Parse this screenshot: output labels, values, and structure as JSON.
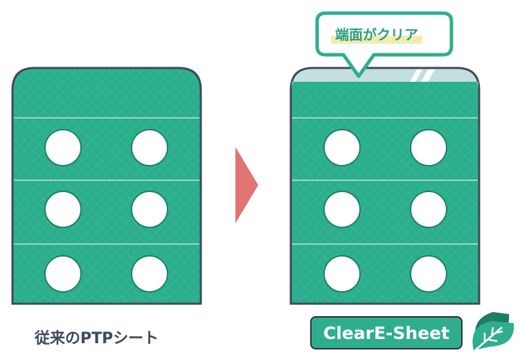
{
  "left": {
    "label": "従来のPTPシート"
  },
  "right": {
    "callout": "端面がクリア",
    "brand": "ClearE-Sheet"
  },
  "colors": {
    "sheet": "#2aae8c",
    "outline": "#3d4a5c",
    "clear_edge": "#c3dfde",
    "arrow": "#e07572",
    "accent": "#2fae8e"
  }
}
